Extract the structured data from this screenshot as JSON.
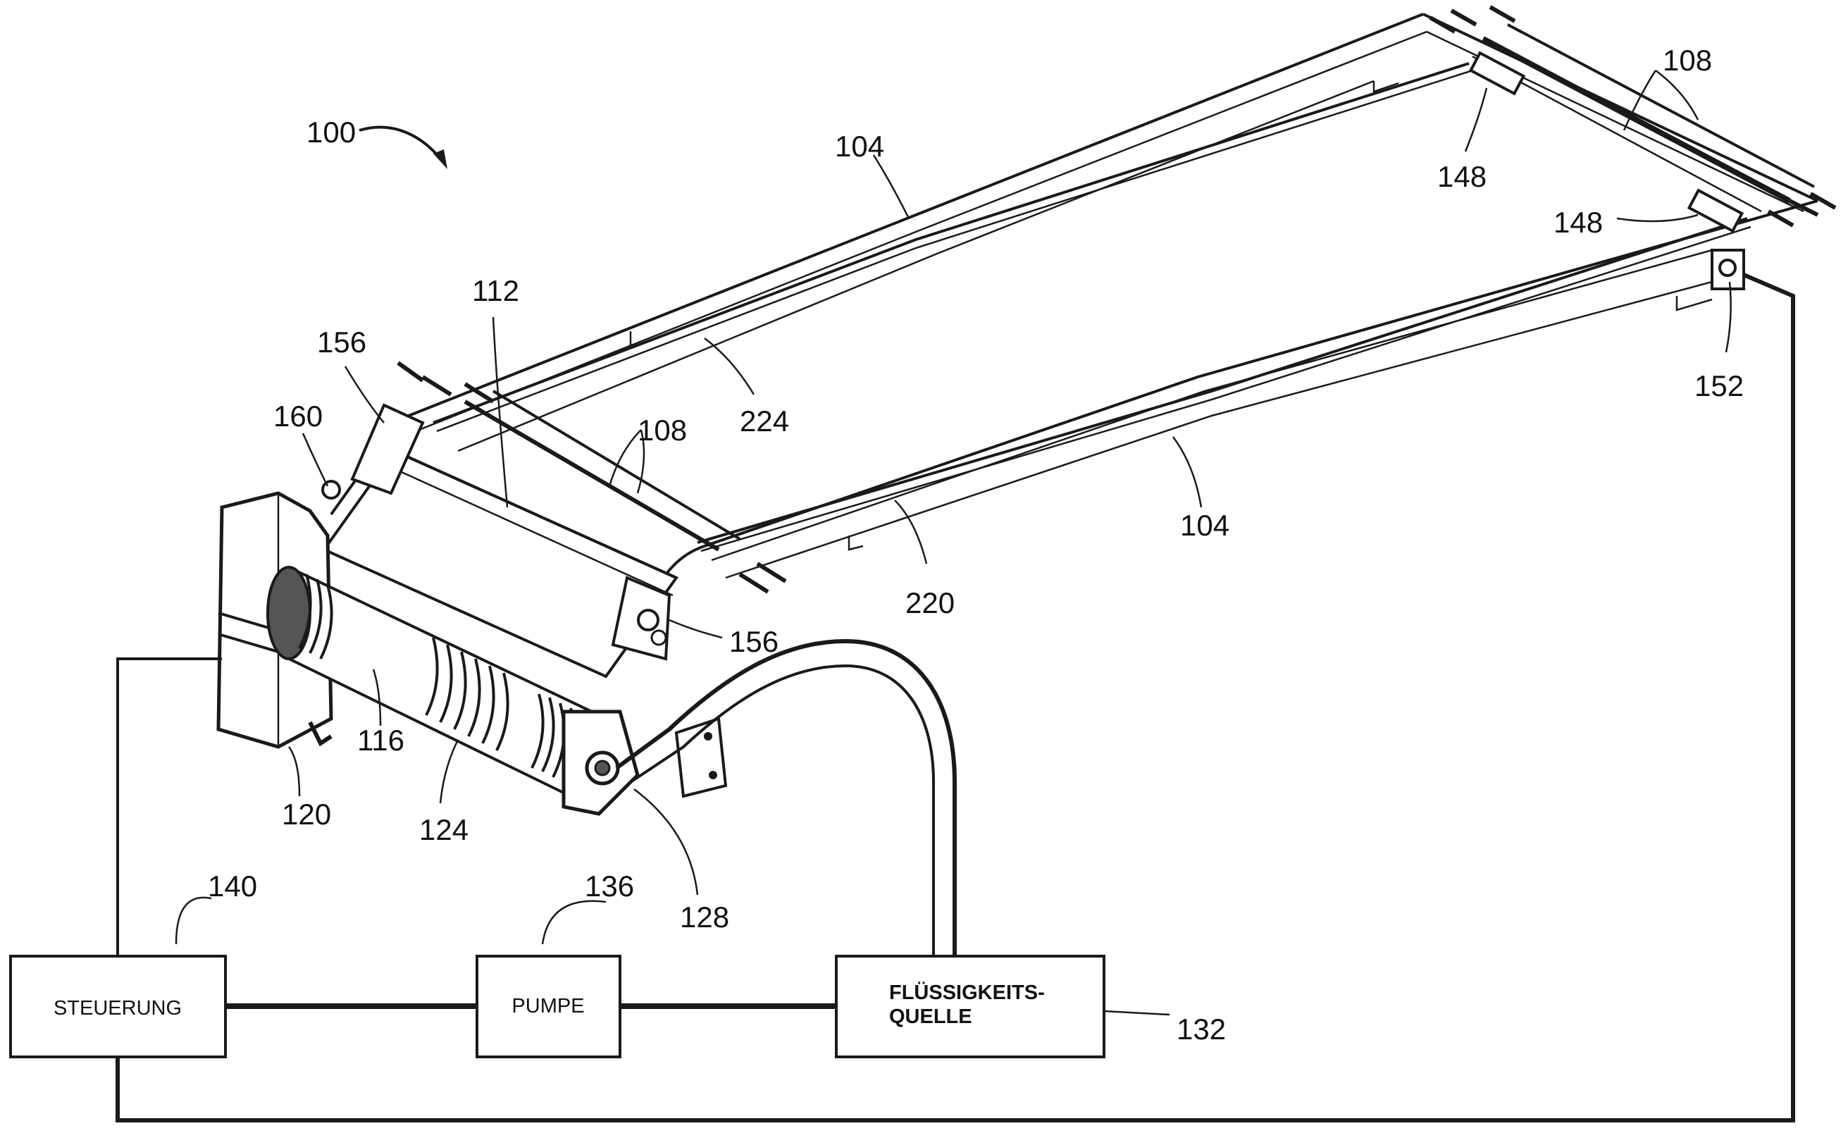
{
  "colors": {
    "ink": "#1a1a1a",
    "background": "#ffffff",
    "shade": "#555555"
  },
  "blocks": {
    "controller": "STEUERUNG",
    "pump": "PUMPE",
    "fluid_source_line1": "FLÜSSIGKEITS-",
    "fluid_source_line2": "QUELLE"
  },
  "refs": {
    "r100": "100",
    "r104a": "104",
    "r104b": "104",
    "r108a": "108",
    "r108b": "108",
    "r112": "112",
    "r116": "116",
    "r120": "120",
    "r124": "124",
    "r128": "128",
    "r132": "132",
    "r136": "136",
    "r140": "140",
    "r148a": "148",
    "r148b": "148",
    "r152": "152",
    "r156a": "156",
    "r156b": "156",
    "r160": "160",
    "r220": "220",
    "r224": "224"
  }
}
